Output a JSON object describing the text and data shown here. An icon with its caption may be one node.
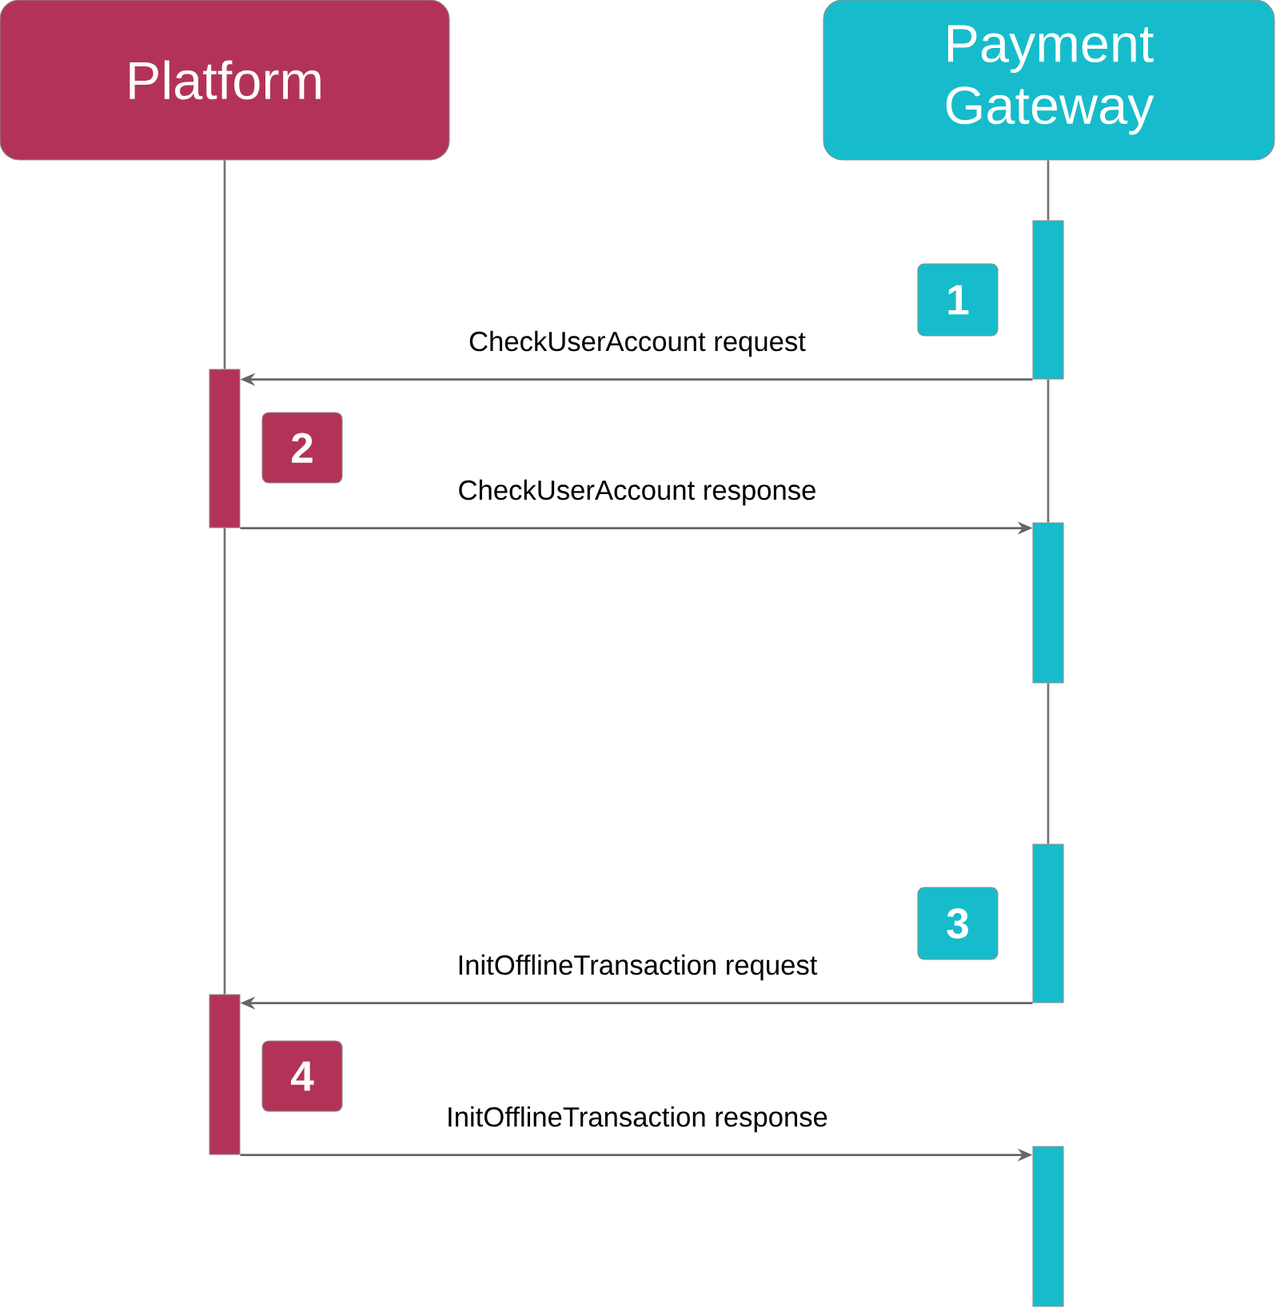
{
  "diagram": {
    "nodes": [
      {
        "text": [
          "Platform"
        ]
      },
      {
        "text": [
          "Payment Gateway"
        ]
      },
      {
        "text": [],
        "shape": "bar"
      },
      {
        "text": [
          "1"
        ]
      },
      {
        "text": [],
        "shape": "bar"
      },
      {
        "text": [
          "2"
        ]
      },
      {
        "text": [],
        "shape": "bar"
      },
      {
        "text": [],
        "shape": "bar"
      },
      {
        "text": [
          "3"
        ]
      },
      {
        "text": [],
        "shape": "bar"
      },
      {
        "text": [
          "4"
        ]
      },
      {
        "text": [],
        "shape": "bar"
      }
    ],
    "edges": [
      {
        "from": 2,
        "to": 4,
        "arrow": "to",
        "label": "CheckUserAccount request"
      },
      {
        "from": 4,
        "to": 6,
        "arrow": "to",
        "label": "CheckUserAccount response"
      },
      {
        "from": 7,
        "to": 9,
        "arrow": "to",
        "label": "InitOfflineTransaction request"
      },
      {
        "from": 9,
        "to": 11,
        "arrow": "to",
        "label": "InitOfflineTransaction response"
      },
      {
        "from": 0,
        "to": 4,
        "arrow": "none"
      },
      {
        "from": 4,
        "to": 9,
        "arrow": "none"
      },
      {
        "from": 1,
        "to": 2,
        "arrow": "none"
      },
      {
        "from": 2,
        "to": 6,
        "arrow": "none"
      },
      {
        "from": 6,
        "to": 7,
        "arrow": "none"
      }
    ]
  }
}
